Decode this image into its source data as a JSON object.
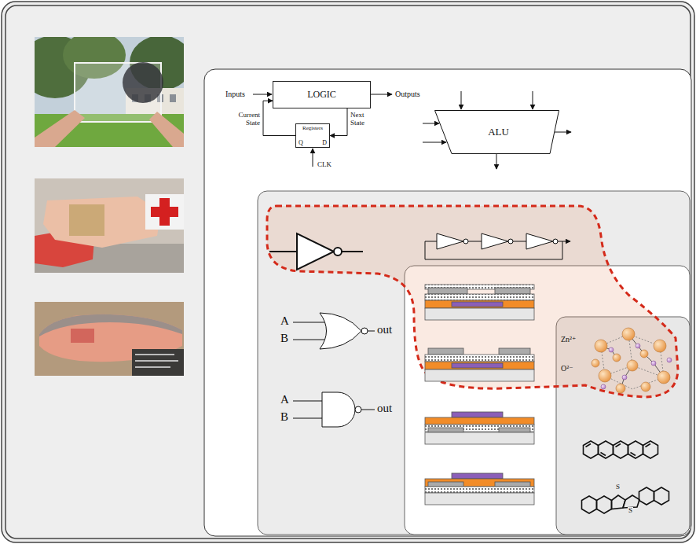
{
  "diagram": {
    "nodes": [
      {
        "text": [
          "LOGIC"
        ]
      },
      {
        "text": [
          "Registers",
          "Q",
          "D"
        ]
      },
      {
        "text": [
          "ALU"
        ]
      }
    ],
    "edges": [
      {
        "from": 0,
        "to": 1,
        "arrow": "to",
        "label": "Next State"
      },
      {
        "from": 1,
        "to": 0,
        "arrow": "to",
        "label": "Current State"
      }
    ],
    "labels": [
      "Inputs",
      "Outputs",
      "CLK",
      "A",
      "B",
      "out",
      "A",
      "B",
      "out",
      "Zn²⁺",
      "O²⁻",
      "S",
      "S"
    ]
  }
}
